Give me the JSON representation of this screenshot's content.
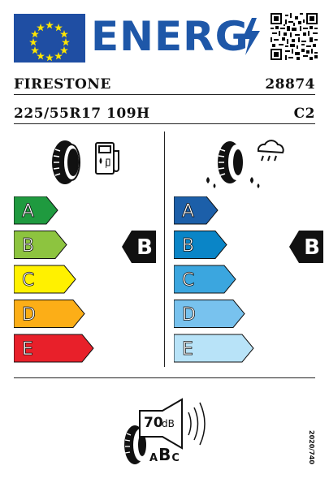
{
  "header": {
    "title": "ENERG",
    "brand": "FIRESTONE",
    "article_number": "28874",
    "tyre_size": "225/55R17 109H",
    "tyre_class": "C2"
  },
  "fuel_efficiency": {
    "scale": [
      "A",
      "B",
      "C",
      "D",
      "E"
    ],
    "colors": [
      "#1f9a3f",
      "#8dc43f",
      "#fff100",
      "#fcae17",
      "#e8202a"
    ],
    "rating": "B"
  },
  "wet_grip": {
    "scale": [
      "A",
      "B",
      "C",
      "D",
      "E"
    ],
    "colors": [
      "#1c5fa9",
      "#0a85c7",
      "#3ba6df",
      "#78c2ee",
      "#b8e3f8"
    ],
    "rating": "B"
  },
  "noise": {
    "value": "70",
    "unit": "dB",
    "class_letters": [
      "A",
      "B",
      "C"
    ],
    "selected_class": "B"
  },
  "regulation": "2020/740"
}
